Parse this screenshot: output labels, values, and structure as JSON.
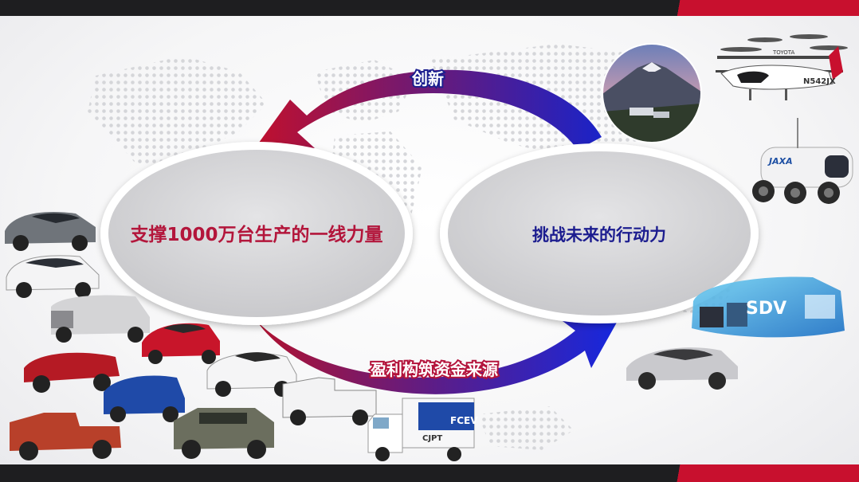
{
  "diagram": {
    "left_node": "支撑1000万台生产的一线力量",
    "right_node": "挑战未来的行动力",
    "top_arrow_label": "创新",
    "bottom_arrow_label": "盈利构筑资金来源"
  },
  "imagery": {
    "evtol_registration": "N542JX",
    "evtol_brand": "TOYOTA",
    "rover_logo": "JAXA",
    "truck_label": "FCEV",
    "truck_logo": "CJPT",
    "sdv_label": "SDV"
  },
  "colors": {
    "red": "#b3123a",
    "navy": "#1b1f8f",
    "blue": "#1428e0",
    "oval_fill": "#d6d6d8",
    "bar_dark": "#1e1e20",
    "bar_red": "#c8102e"
  }
}
